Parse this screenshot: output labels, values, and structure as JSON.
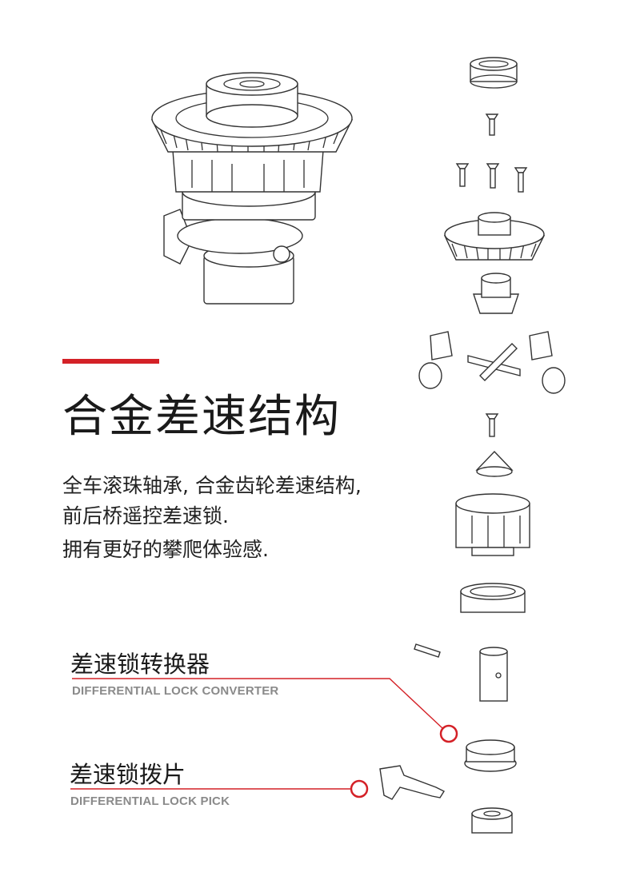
{
  "section": {
    "title": "合金差速结构",
    "description": [
      "全车滚珠轴承, 合金齿轮差速结构,",
      "前后桥遥控差速锁.",
      "拥有更好的攀爬体验感."
    ]
  },
  "callouts": [
    {
      "label_cn": "差速锁转换器",
      "label_en": "DIFFERENTIAL LOCK CONVERTER"
    },
    {
      "label_cn": "差速锁拨片",
      "label_en": "DIFFERENTIAL LOCK PICK"
    }
  ],
  "colors": {
    "accent": "#d42127",
    "subtitle": "#8a8a8a"
  }
}
